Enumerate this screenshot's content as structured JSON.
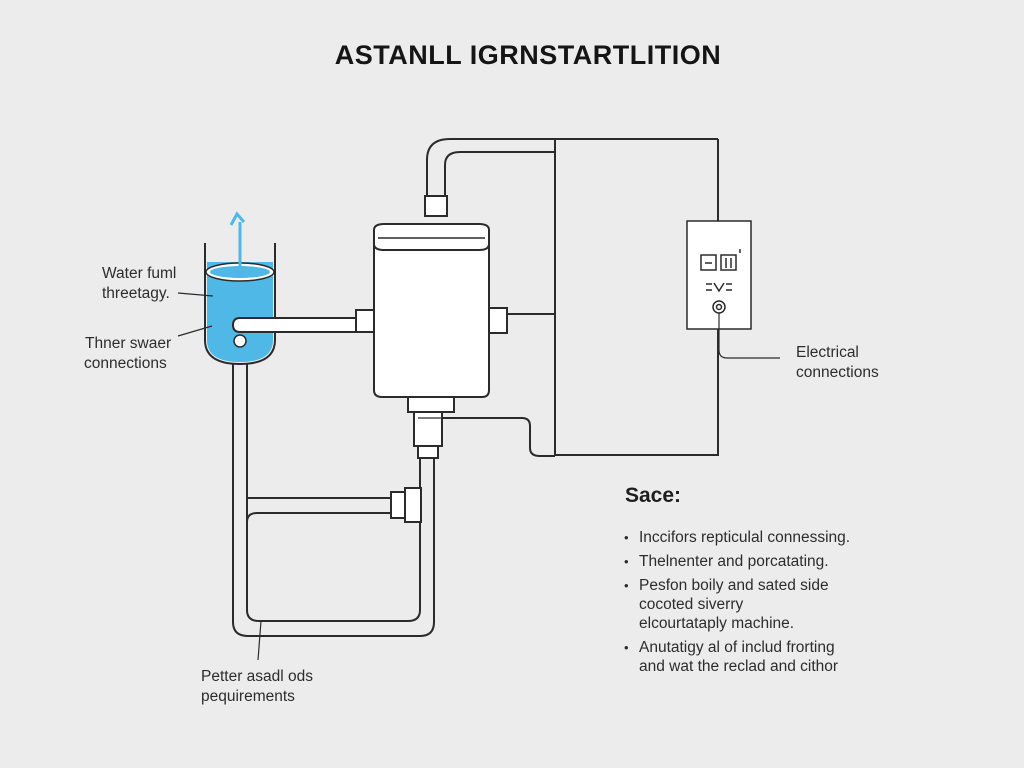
{
  "title": "ASTANLL IGRNSTARTLITION",
  "labels": {
    "water_line1": "Water fuml",
    "water_line2": "threetagy.",
    "swaer_line1": "Thner swaer",
    "swaer_line2": "connections",
    "electrical_line1": "Electrical",
    "electrical_line2": "connections",
    "petter_line1": "Petter asadl ods",
    "petter_line2": "pequirements"
  },
  "notes": {
    "heading": "Sace:",
    "items": [
      {
        "line1": "Inccifors repticulal connessing.",
        "line2": ""
      },
      {
        "line1": "Thelnenter and porcatating.",
        "line2": ""
      },
      {
        "line1": "Pesfon boily and sated side",
        "line2": "cocoted siverry",
        "line3": "elcourtataply machine."
      },
      {
        "line1": "Anutatigy al of includ frorting",
        "line2": "and wat the reclad and cithor"
      }
    ]
  },
  "colors": {
    "water": "#4fb8e6",
    "line": "#2b2b2b",
    "background": "#ececec",
    "panel": "#ffffff"
  },
  "icons": {
    "flow_arrow": "arrow-up-icon",
    "panel_switches": "switch-icon",
    "panel_meter": "meter-icon"
  }
}
